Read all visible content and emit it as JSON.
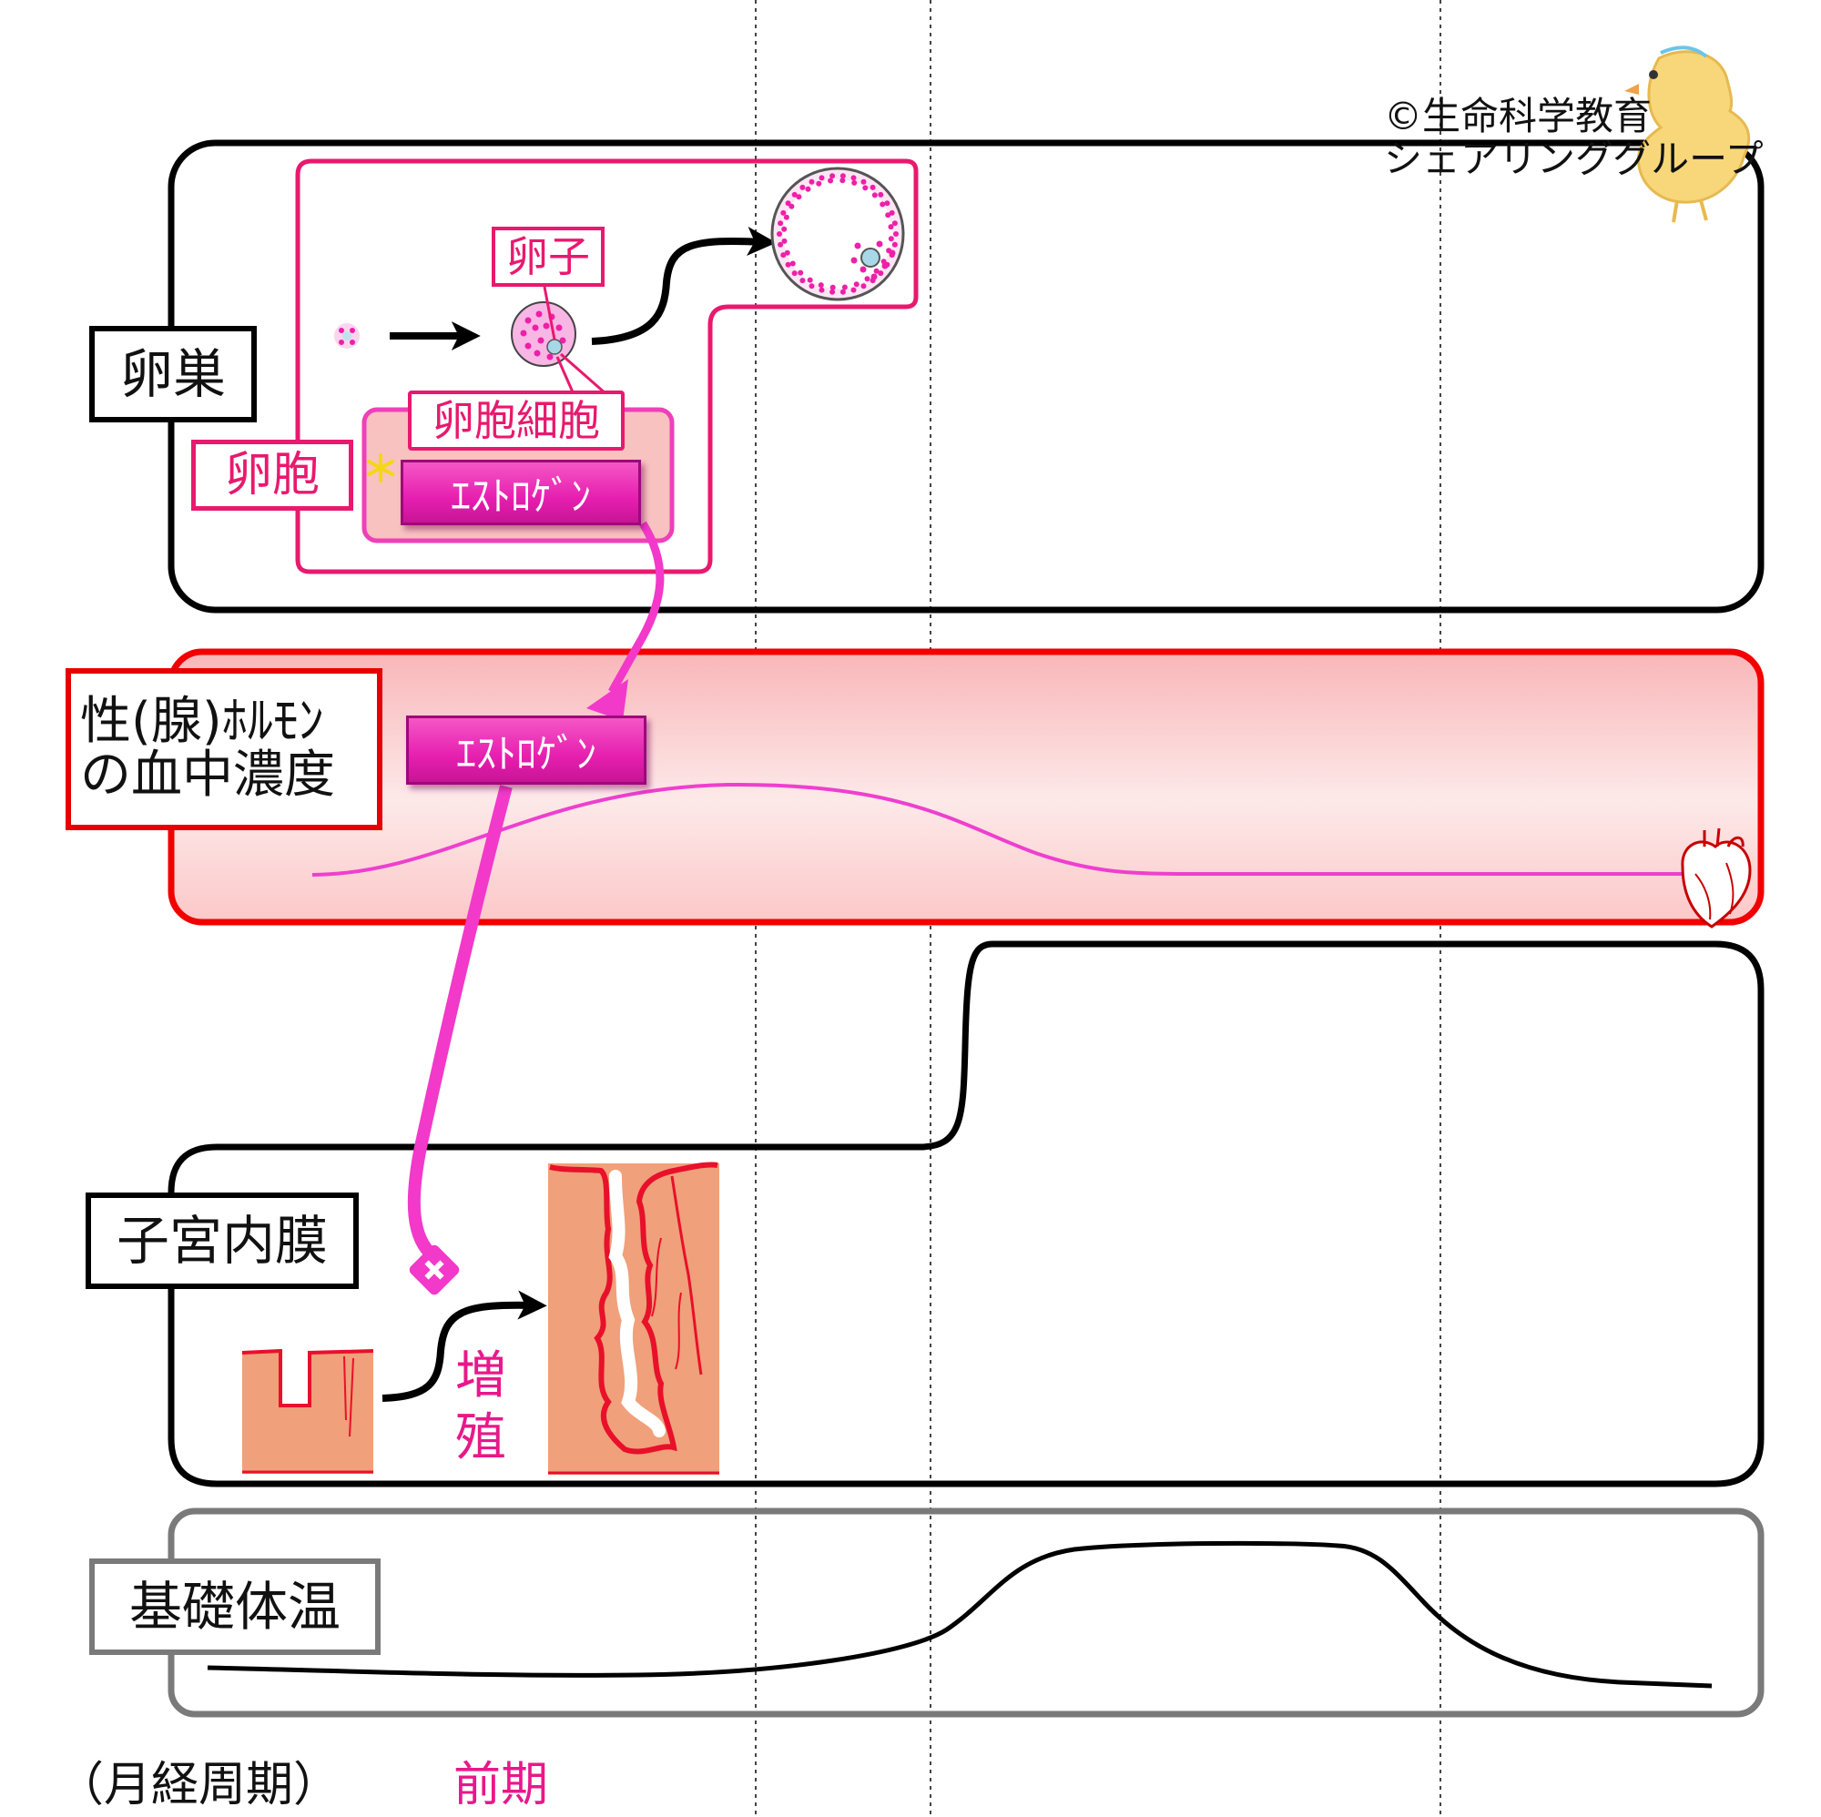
{
  "labels": {
    "ovary": "卵巣",
    "hormone_line1": "性(腺)ﾎﾙﾓﾝ",
    "hormone_line2": "の血中濃度",
    "uterus": "子宮内膜",
    "basal_temp": "基礎体温",
    "follicle": "卵胞",
    "egg": "卵子",
    "follicle_cell": "卵胞細胞",
    "estrogen_ovary": "ｴｽﾄﾛｹﾞﾝ",
    "estrogen_blood": "ｴｽﾄﾛｹﾞﾝ",
    "proliferation_1": "増",
    "proliferation_2": "殖"
  },
  "credit": {
    "line1": "©生命科学教育",
    "line2": "シェアリンググループ"
  },
  "footer": {
    "cycle_label": "（月経周期）",
    "phase_label": "前期"
  },
  "colors": {
    "ovary_frame": "#000000",
    "follicle_frame": "#e8196e",
    "hormone_frame": "#e60000",
    "hormone_curve": "#ee3fcf",
    "estrogen_arrow": "#f239c9",
    "endometrium": "#f0a07a",
    "endometrium_edge": "#e8102a",
    "temp_frame": "#7a7a7a",
    "text_accent": "#e8188a"
  },
  "icons": [
    "heart-icon",
    "chick-illustration",
    "asterisk-icon",
    "plus-icon"
  ]
}
